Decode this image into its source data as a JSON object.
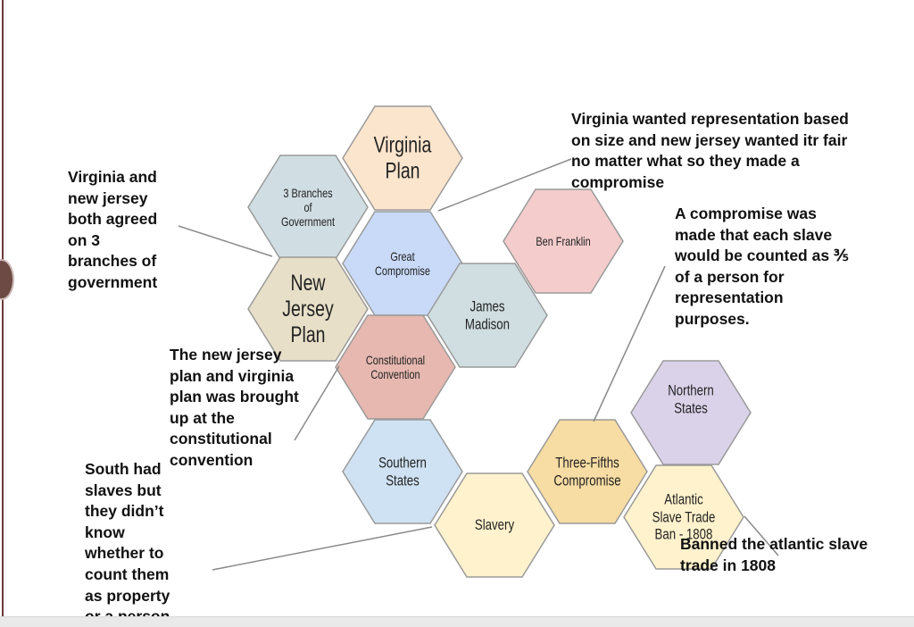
{
  "hexagons": [
    {
      "label": "Virginia\nPlan",
      "fill": "#fce5cd",
      "size": "big"
    },
    {
      "label": "3 Branches\nof\nGovernment",
      "fill": "#d0dee3",
      "size": "small"
    },
    {
      "label": "Great\nCompromise",
      "fill": "#c9daf8",
      "size": "small"
    },
    {
      "label": "New\nJersey\nPlan",
      "fill": "#e7dfc8",
      "size": "big"
    },
    {
      "label": "Ben Franklin",
      "fill": "#f4cccc",
      "size": "small"
    },
    {
      "label": "James\nMadison",
      "fill": "#d0dee1",
      "size": "mid"
    },
    {
      "label": "Constitutional\nConvention",
      "fill": "#e6b8af",
      "size": "small"
    },
    {
      "label": "Southern\nStates",
      "fill": "#cfe2f3",
      "size": "mid"
    },
    {
      "label": "Slavery",
      "fill": "#fff2cc",
      "size": "mid"
    },
    {
      "label": "Three-Fifths\nCompromise",
      "fill": "#f7dca3",
      "size": "mid"
    },
    {
      "label": "Northern\nStates",
      "fill": "#d9d2e9",
      "size": "mid"
    },
    {
      "label": "Atlantic\nSlave Trade\nBan - 1808",
      "fill": "#fff2cc",
      "size": "mid"
    }
  ],
  "notes": {
    "branches": "Virginia and\nnew jersey\nboth agreed\non 3\nbranches of\ngovernment",
    "great_compromise": "Virginia wanted representation based\non size and new jersey wanted itr fair\nno matter what so they made a\ncompromise",
    "three_fifths": "A compromise was\nmade that each slave\nwould be counted as ⅗\nof a person for\nrepresentation\npurposes.",
    "convention": "The new jersey\nplan and virginia\nplan was brought\nup at the\nconstitutional\nconvention",
    "slavery": "South had\nslaves but\nthey didn’t\nknow\nwhether to\ncount them\nas property\nor a person",
    "trade_ban": "Banned the atlantic slave\ntrade in 1808"
  },
  "colors": {
    "hex_stroke": "#9a9a9a",
    "connector": "#8a8a8a"
  }
}
